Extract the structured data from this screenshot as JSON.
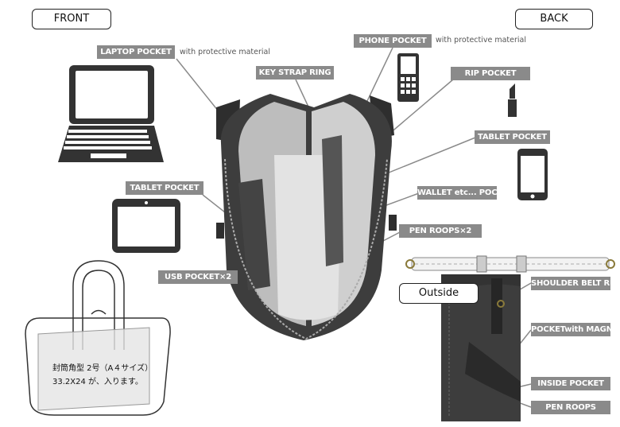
{
  "views": {
    "front": "FRONT",
    "back": "BACK",
    "outside": "Outside"
  },
  "labels": {
    "laptop_pocket": "LAPTOP POCKET",
    "key_strap_ring": "KEY STRAP RING",
    "phone_pocket": "PHONE POCKET",
    "rip_pocket": "RIP POCKET",
    "tablet_pocket_back": "TABLET POCKET",
    "wallet_pocket": "WALLET etc... POCKET",
    "pen_roops_x2": "PEN ROOPS×2",
    "tablet_pocket_front": "TABLET POCKET",
    "usb_pocket": "USB POCKET×2",
    "shoulder_belt_ring": "SHOULDER BELT RING",
    "pocket_magnet": "POCKETwith MAGNET",
    "inside_pocket": "INSIDE POCKET",
    "pen_roops": "PEN ROOPS"
  },
  "notes": {
    "laptop_note": "with protective material",
    "phone_note": "with protective material"
  },
  "size_note": {
    "line1": "封筒角型 2号（A４サイズ）",
    "line2": "33.2X24 が、入ります。"
  },
  "colors": {
    "tag_bg": "#8a8a8a",
    "bag": "#3d3d3d",
    "lining": "#bdbdbd"
  }
}
